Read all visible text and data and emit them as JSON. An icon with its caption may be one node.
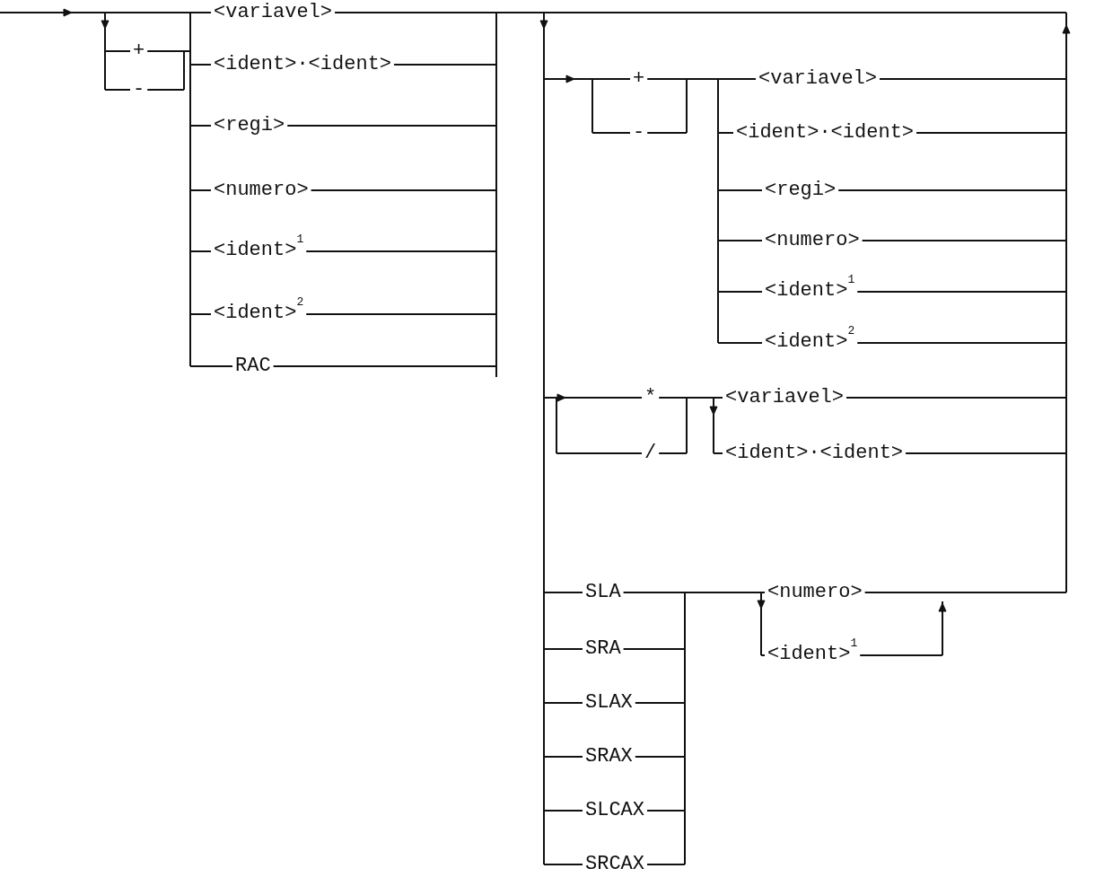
{
  "diagram": {
    "labels": [
      "+",
      "-",
      "<variavel>",
      "<ident>·<ident>",
      "<regi>",
      "<numero>",
      "<ident>$^{1}$",
      "<ident>$^{2}$",
      "RAC",
      "+",
      "-",
      "<variavel>",
      "<ident>·<ident>",
      "<regi>",
      "<numero>",
      "<ident>$^{1}$",
      "<ident>$^{2}$",
      "*",
      "/",
      "<variavel>",
      "<ident>·<ident>",
      "SLA",
      "<numero>",
      "SRA",
      "<ident>$^{1}$",
      "SLAX",
      "SRAX",
      "SLCAX",
      "SRCAX"
    ]
  }
}
